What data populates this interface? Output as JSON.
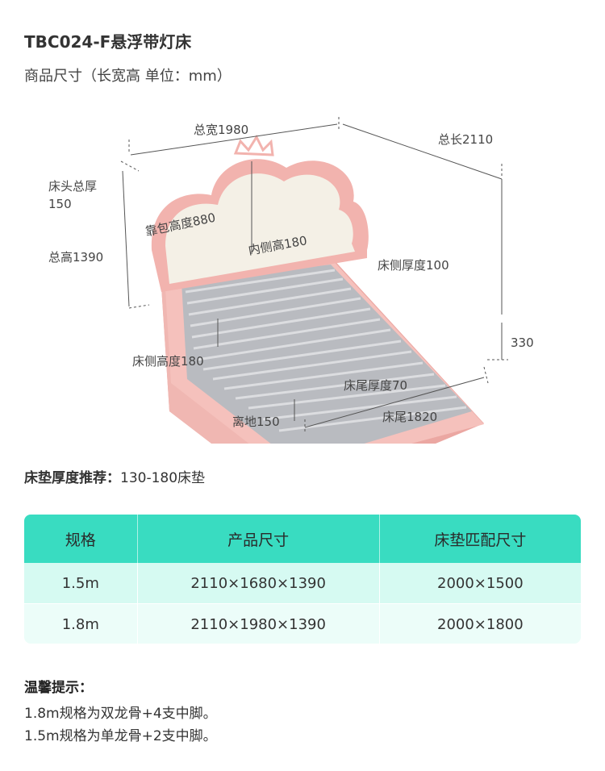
{
  "header": {
    "title": "TBC024-F悬浮带灯床",
    "subtitle": "商品尺寸（长宽高 单位：mm）"
  },
  "diagram": {
    "dims": {
      "total_width": "总宽1980",
      "total_length": "总长2110",
      "headboard_thickness": "床头总厚\n150",
      "total_height": "总高1390",
      "cushion_height": "靠包高度880",
      "inner_height": "内侧高180",
      "side_thickness": "床侧厚度100",
      "side_height_right": "330",
      "side_height": "床侧高度180",
      "foot_thickness": "床尾厚度70",
      "clearance": "离地150",
      "foot_width": "床尾1820"
    }
  },
  "recommendation": {
    "label": "床垫厚度推荐：",
    "value": "130-180床垫"
  },
  "table": {
    "headers": [
      "规格",
      "产品尺寸",
      "床垫匹配尺寸"
    ],
    "rows": [
      [
        "1.5m",
        "2110×1680×1390",
        "2000×1500"
      ],
      [
        "1.8m",
        "2110×1980×1390",
        "2000×1800"
      ]
    ]
  },
  "tips": {
    "title": "温馨提示：",
    "lines": [
      "1.8m规格为双龙骨+4支中脚。",
      "1.5m规格为单龙骨+2支中脚。"
    ]
  },
  "colors": {
    "header_bg": "#39dcc1",
    "row1_bg": "#d6faf2",
    "row2_bg": "#ecfdf9",
    "bed_pink": "#f2b3ae",
    "cushion": "#f4f0e6",
    "slats": "#a9abb0"
  }
}
